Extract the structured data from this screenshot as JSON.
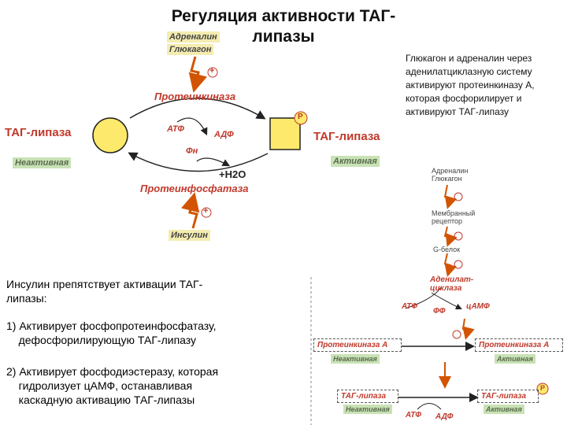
{
  "title": "Регуляция активности ТАГ-\nлипазы",
  "left_diagram": {
    "adrenalin": "Адреналин",
    "glucagon": "Глюкагон",
    "plus": "+",
    "protein_kinase": "Протеинкиназа",
    "atp": "АТФ",
    "adp": "АДФ",
    "fn": "Фн",
    "water": "+H2O",
    "phosphatase": "Протеинфосфатаза",
    "insulin": "Инсулин",
    "tag_left": "ТАГ-липаза",
    "tag_right": "ТАГ-липаза",
    "inactive": "Неактивная",
    "active": "Активная",
    "p_badge": "P"
  },
  "right_text": "Глюкагон и адреналин через аденилатциклазную систему активируют протеинкиназу А, которая фосфорилирует и активируют ТАГ-липазу",
  "cascade": {
    "hormones": "Адреналин\nГлюкагон",
    "receptor": "Мембранный\nрецептор",
    "g_protein": "G-белок",
    "adenylate_cyclase": "Аденилат-\nциклаза",
    "atp": "АТФ",
    "ff": "ФФ",
    "camp": "цАМФ",
    "pka_left": "Протеинкиназа А",
    "pka_right": "Протеинкиназа А",
    "inactive1": "Неактивная",
    "active1": "Активная",
    "tag_left": "ТАГ-липаза",
    "tag_right": "ТАГ-липаза",
    "inactive2": "Неактивная",
    "active2": "Активная",
    "atp2": "АТФ",
    "adp2": "АДФ",
    "p_badge": "P"
  },
  "insulin_text": {
    "heading": "Инсулин препятствует активации ТАГ-\nлипазы:",
    "item1": "1) Активирует фосфопротеинфосфатазу,\n    дефосфорилирующую ТАГ-липазу",
    "item2": "2) Активирует фосфодиэстеразу, которая\n    гидролизует цАМФ, останавливая\n    каскадную активацию ТАГ-липазы"
  }
}
